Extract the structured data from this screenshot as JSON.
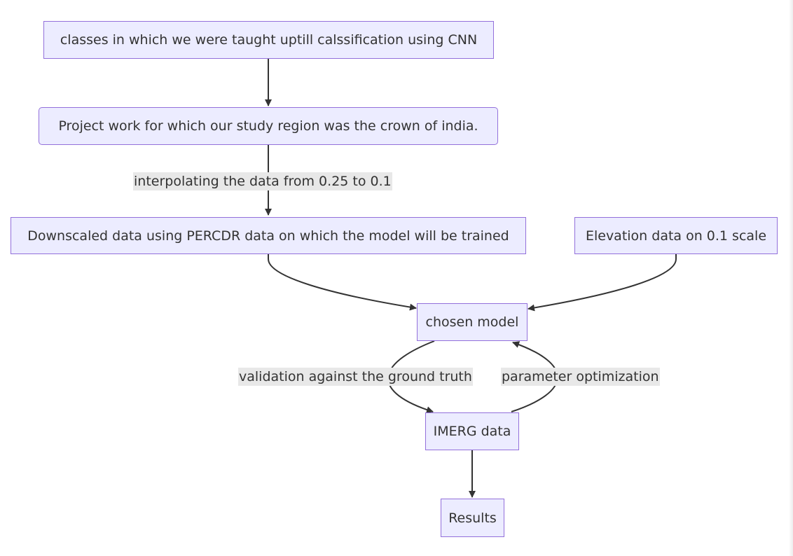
{
  "diagram": {
    "nodes": {
      "classes": "classes in which we were taught uptill calssification using CNN",
      "project": "Project work for which our study region was the crown of india.",
      "downscaled": "Downscaled data using PERCDR data on which the model will be trained",
      "elevation": "Elevation data on 0.1 scale",
      "chosen_model": "chosen model",
      "imerg": "IMERG data",
      "results": "Results"
    },
    "edge_labels": {
      "interpolating": "interpolating the data from 0.25 to 0.1",
      "validation": "validation against the ground truth",
      "parameter": "parameter optimization"
    },
    "colors": {
      "node_fill": "#ECECFF",
      "node_border": "#9370DB",
      "edge": "#333333",
      "label_bg": "#e8e8e8"
    }
  }
}
